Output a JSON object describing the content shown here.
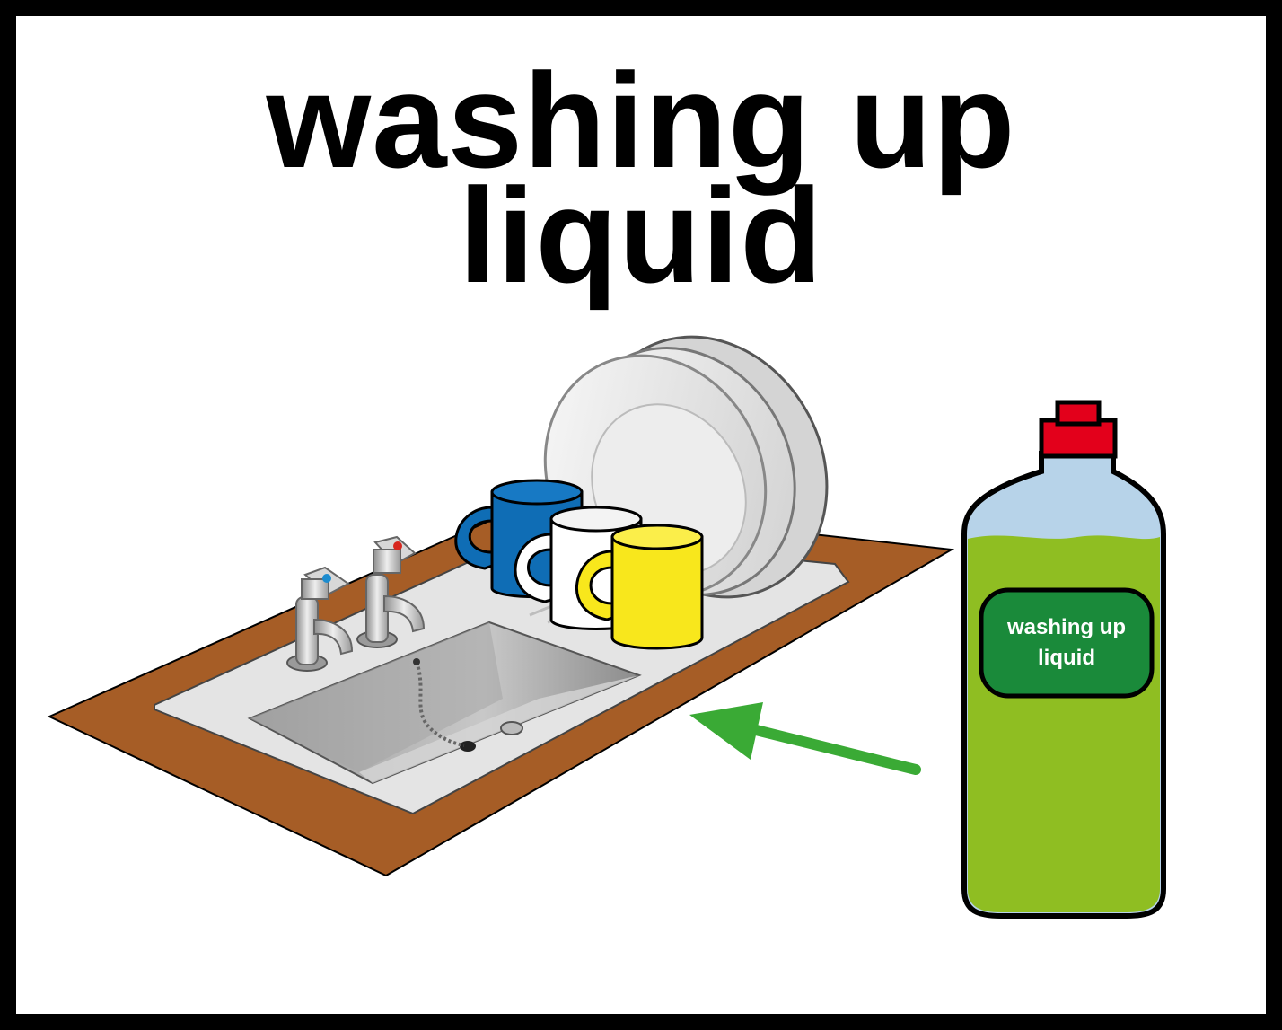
{
  "title": {
    "line1": "washing up",
    "line2": "liquid"
  },
  "bottle": {
    "label_line1": "washing up",
    "label_line2": "liquid",
    "liquid_color": "#8fbe22",
    "cap_color": "#e3001b",
    "label_color": "#1a8a3a"
  },
  "arrow_color": "#3aaa35",
  "counter_color": "#a65d26",
  "mug_colors": [
    "#0f6db5",
    "#ffffff",
    "#f8e71c"
  ],
  "icons": [
    "sink-icon",
    "tap-icon",
    "mug-icon",
    "plate-icon",
    "bottle-icon",
    "arrow-icon"
  ]
}
